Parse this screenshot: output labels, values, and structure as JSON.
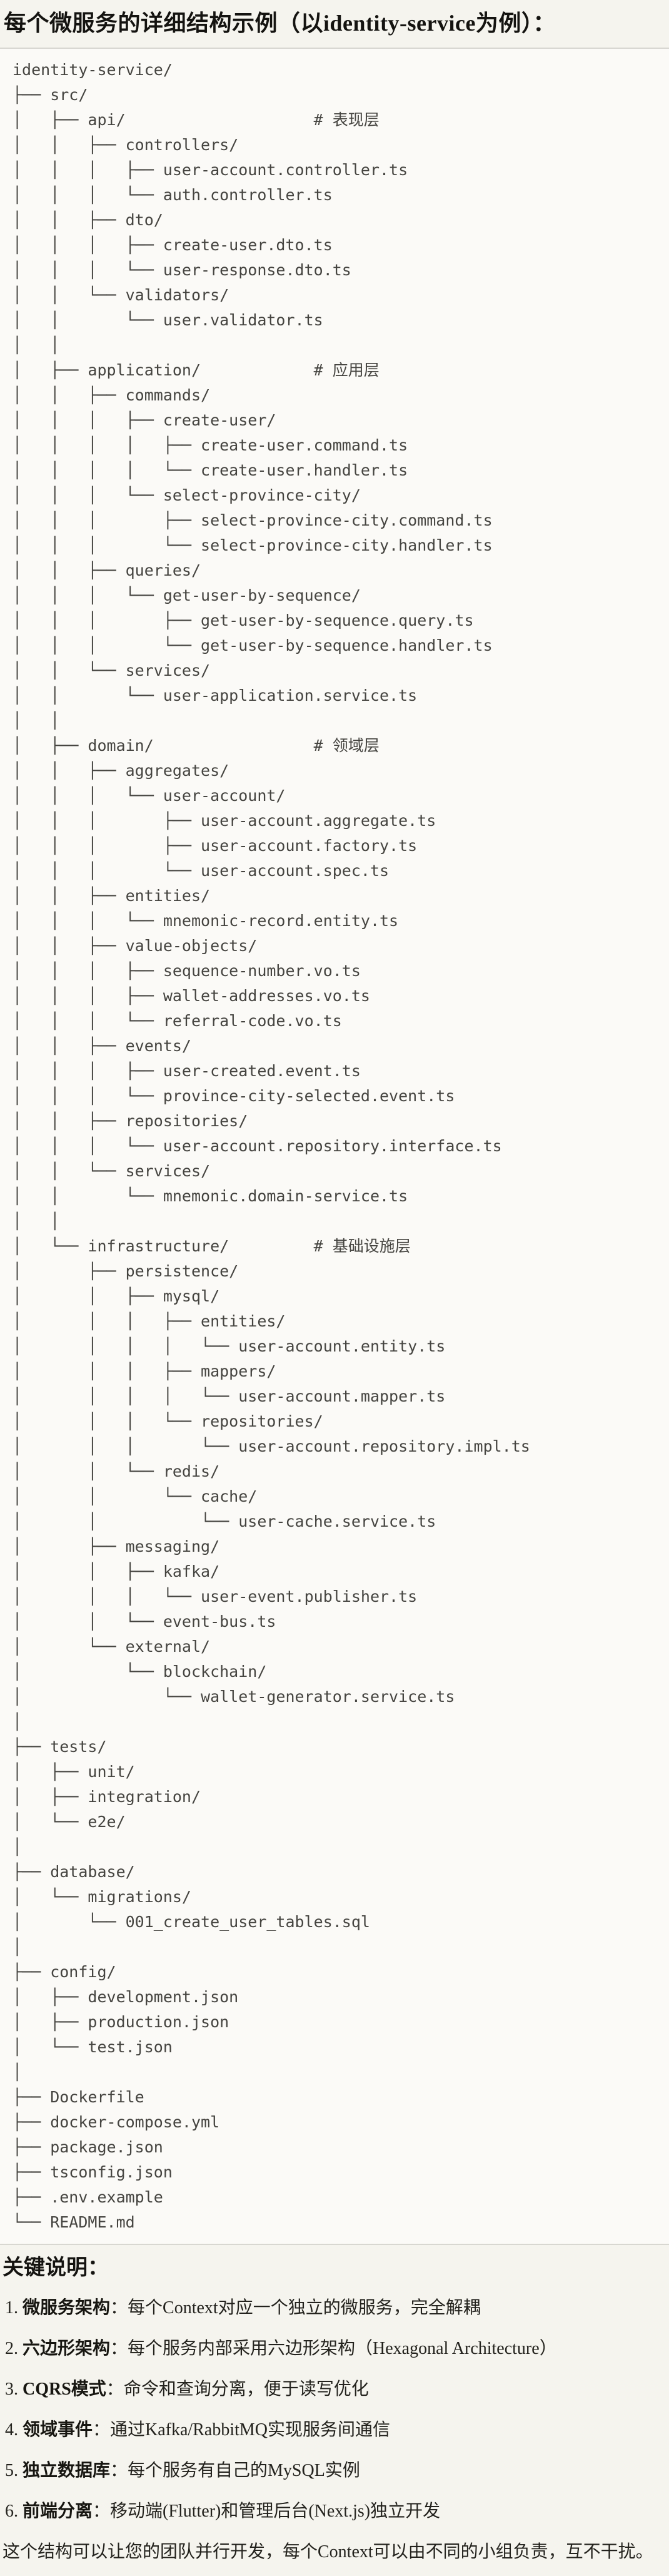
{
  "title": "每个微服务的详细结构示例（以identity-service为例）：",
  "code_block": {
    "language": "plaintext",
    "tree_lines": [
      "identity-service/",
      "├── src/",
      "│   ├── api/                    # 表现层",
      "│   │   ├── controllers/",
      "│   │   │   ├── user-account.controller.ts",
      "│   │   │   └── auth.controller.ts",
      "│   │   ├── dto/",
      "│   │   │   ├── create-user.dto.ts",
      "│   │   │   └── user-response.dto.ts",
      "│   │   └── validators/",
      "│   │       └── user.validator.ts",
      "│   │",
      "│   ├── application/            # 应用层",
      "│   │   ├── commands/",
      "│   │   │   ├── create-user/",
      "│   │   │   │   ├── create-user.command.ts",
      "│   │   │   │   └── create-user.handler.ts",
      "│   │   │   └── select-province-city/",
      "│   │   │       ├── select-province-city.command.ts",
      "│   │   │       └── select-province-city.handler.ts",
      "│   │   ├── queries/",
      "│   │   │   └── get-user-by-sequence/",
      "│   │   │       ├── get-user-by-sequence.query.ts",
      "│   │   │       └── get-user-by-sequence.handler.ts",
      "│   │   └── services/",
      "│   │       └── user-application.service.ts",
      "│   │",
      "│   ├── domain/                 # 领域层",
      "│   │   ├── aggregates/",
      "│   │   │   └── user-account/",
      "│   │   │       ├── user-account.aggregate.ts",
      "│   │   │       ├── user-account.factory.ts",
      "│   │   │       └── user-account.spec.ts",
      "│   │   ├── entities/",
      "│   │   │   └── mnemonic-record.entity.ts",
      "│   │   ├── value-objects/",
      "│   │   │   ├── sequence-number.vo.ts",
      "│   │   │   ├── wallet-addresses.vo.ts",
      "│   │   │   └── referral-code.vo.ts",
      "│   │   ├── events/",
      "│   │   │   ├── user-created.event.ts",
      "│   │   │   └── province-city-selected.event.ts",
      "│   │   ├── repositories/",
      "│   │   │   └── user-account.repository.interface.ts",
      "│   │   └── services/",
      "│   │       └── mnemonic.domain-service.ts",
      "│   │",
      "│   └── infrastructure/         # 基础设施层",
      "│       ├── persistence/",
      "│       │   ├── mysql/",
      "│       │   │   ├── entities/",
      "│       │   │   │   └── user-account.entity.ts",
      "│       │   │   ├── mappers/",
      "│       │   │   │   └── user-account.mapper.ts",
      "│       │   │   └── repositories/",
      "│       │   │       └── user-account.repository.impl.ts",
      "│       │   └── redis/",
      "│       │       └── cache/",
      "│       │           └── user-cache.service.ts",
      "│       ├── messaging/",
      "│       │   ├── kafka/",
      "│       │   │   └── user-event.publisher.ts",
      "│       │   └── event-bus.ts",
      "│       └── external/",
      "│           └── blockchain/",
      "│               └── wallet-generator.service.ts",
      "│",
      "├── tests/",
      "│   ├── unit/",
      "│   ├── integration/",
      "│   └── e2e/",
      "│",
      "├── database/",
      "│   └── migrations/",
      "│       └── 001_create_user_tables.sql",
      "│",
      "├── config/",
      "│   ├── development.json",
      "│   ├── production.json",
      "│   └── test.json",
      "│",
      "├── Dockerfile",
      "├── docker-compose.yml",
      "├── package.json",
      "├── tsconfig.json",
      "├── .env.example",
      "└── README.md"
    ]
  },
  "notes": {
    "heading": "关键说明：",
    "items": [
      {
        "num": "1.",
        "label": "微服务架构",
        "sep": "：",
        "text": "每个Context对应一个独立的微服务，完全解耦"
      },
      {
        "num": "2.",
        "label": "六边形架构",
        "sep": "：",
        "text": "每个服务内部采用六边形架构（Hexagonal Architecture）"
      },
      {
        "num": "3.",
        "label": "CQRS模式",
        "sep": "：",
        "text": "命令和查询分离，便于读写优化"
      },
      {
        "num": "4.",
        "label": "领域事件",
        "sep": "：",
        "text": "通过Kafka/RabbitMQ实现服务间通信"
      },
      {
        "num": "5.",
        "label": "独立数据库",
        "sep": "：",
        "text": "每个服务有自己的MySQL实例"
      },
      {
        "num": "6.",
        "label": "前端分离",
        "sep": "：",
        "text": "移动端(Flutter)和管理后台(Next.js)独立开发"
      }
    ],
    "footer": "这个结构可以让您的团队并行开发，每个Context可以由不同的小组负责，互不干扰。"
  },
  "colors": {
    "page_background": "#F5F4EE",
    "code_background": "#FBFAF7",
    "code_border": "#D8D7D1",
    "code_text": "#454440",
    "body_text": "#23221D"
  }
}
